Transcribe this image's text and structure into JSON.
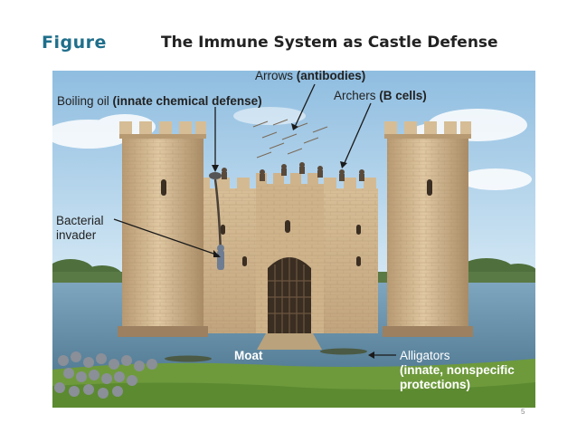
{
  "figure_label": "Figure",
  "title": "The Immune System as Castle Defense",
  "labels": {
    "boiling_oil": {
      "plain": "Boiling oil ",
      "bold": "(innate chemical defense)"
    },
    "arrows": {
      "plain": "Arrows ",
      "bold": "(antibodies)"
    },
    "archers": {
      "plain": "Archers ",
      "bold": "(B cells)"
    },
    "bacterial_invader": {
      "line1": "Bacterial",
      "line2": "invader"
    },
    "moat": "Moat",
    "alligators": {
      "line1": "Alligators",
      "line2": "(innate, nonspecific",
      "line3": "protections)"
    }
  },
  "page_number": "5",
  "colors": {
    "figure_label": "#1f6f8b",
    "sky": "#a9cde6",
    "stone": "#d2b690",
    "moat": "#6b93ad",
    "grass": "#6e9a3c"
  }
}
